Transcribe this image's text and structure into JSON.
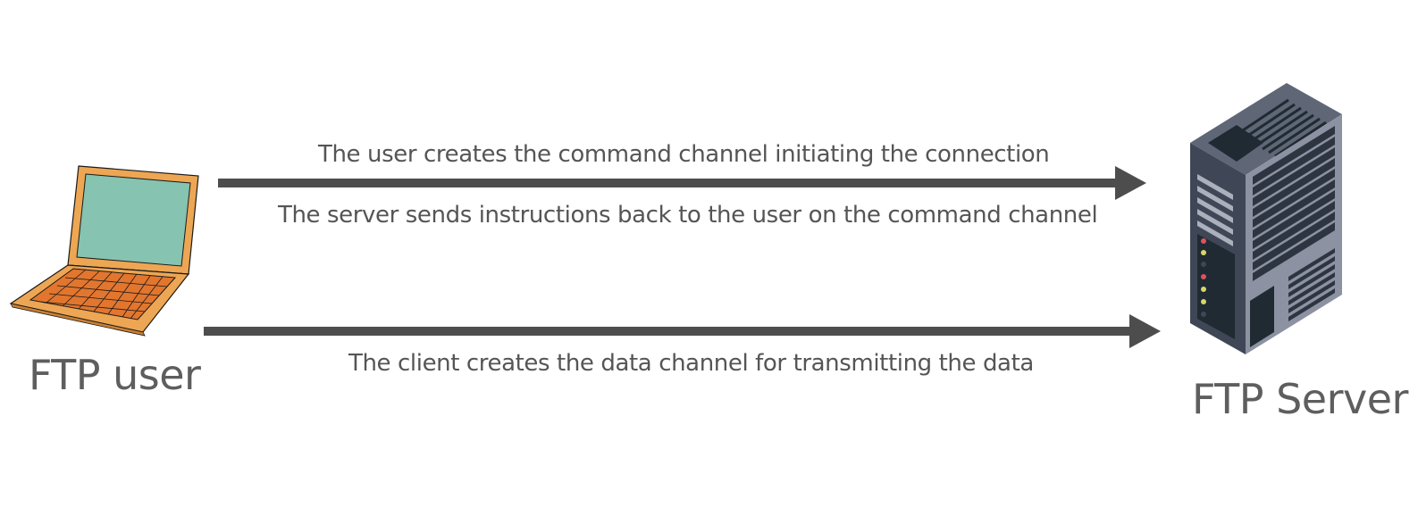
{
  "nodes": {
    "user": {
      "label": "FTP user",
      "icon": "laptop-icon",
      "colors": {
        "screen": "#86c3b0",
        "body": "#eda653",
        "keyboard": "#e2762e",
        "outline": "#1a1a1a"
      }
    },
    "server": {
      "label": "FTP Server",
      "icon": "server-tower-icon",
      "colors": {
        "top": "#5f6676",
        "front": "#3f4756",
        "side": "#8c92a2",
        "dark": "#1f2a33"
      }
    }
  },
  "connections": {
    "command_channel": {
      "label_above": "The user creates the command channel initiating the connection",
      "label_below": "The server sends instructions back to the user on the command channel"
    },
    "data_channel": {
      "label_below": "The client creates the data channel for transmitting the data"
    }
  },
  "colors": {
    "arrow": "#4d4d4d",
    "text": "#555555",
    "led_red": "#e0525c",
    "led_yellow": "#d8d66a"
  }
}
